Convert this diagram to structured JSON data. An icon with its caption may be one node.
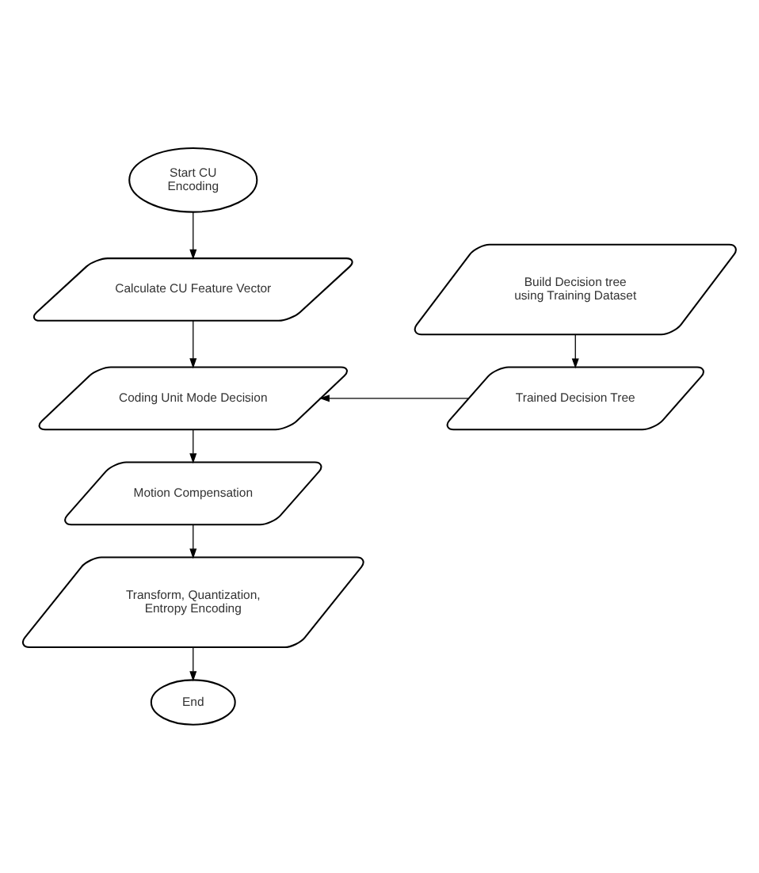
{
  "diagram": {
    "nodes": [
      {
        "text": [
          "Start CU Encoding"
        ]
      },
      {
        "text": [
          "Calculate CU Feature Vector"
        ]
      },
      {
        "text": [
          "Build Decision tree using Training Dataset"
        ]
      },
      {
        "text": [
          "Coding Unit Mode Decision"
        ]
      },
      {
        "text": [
          "Trained Decision Tree"
        ]
      },
      {
        "text": [
          "Motion Compensation"
        ]
      },
      {
        "text": [
          "Transform, Quantization, Entropy Encoding"
        ]
      },
      {
        "text": [
          "End"
        ]
      }
    ],
    "edges": [
      {
        "from": 0,
        "to": 1,
        "arrow": "to"
      },
      {
        "from": 1,
        "to": 3,
        "arrow": "to"
      },
      {
        "from": 2,
        "to": 4,
        "arrow": "to"
      },
      {
        "from": 4,
        "to": 3,
        "arrow": "to"
      },
      {
        "from": 3,
        "to": 5,
        "arrow": "to"
      },
      {
        "from": 5,
        "to": 6,
        "arrow": "to"
      },
      {
        "from": 6,
        "to": 7,
        "arrow": "to"
      }
    ]
  }
}
